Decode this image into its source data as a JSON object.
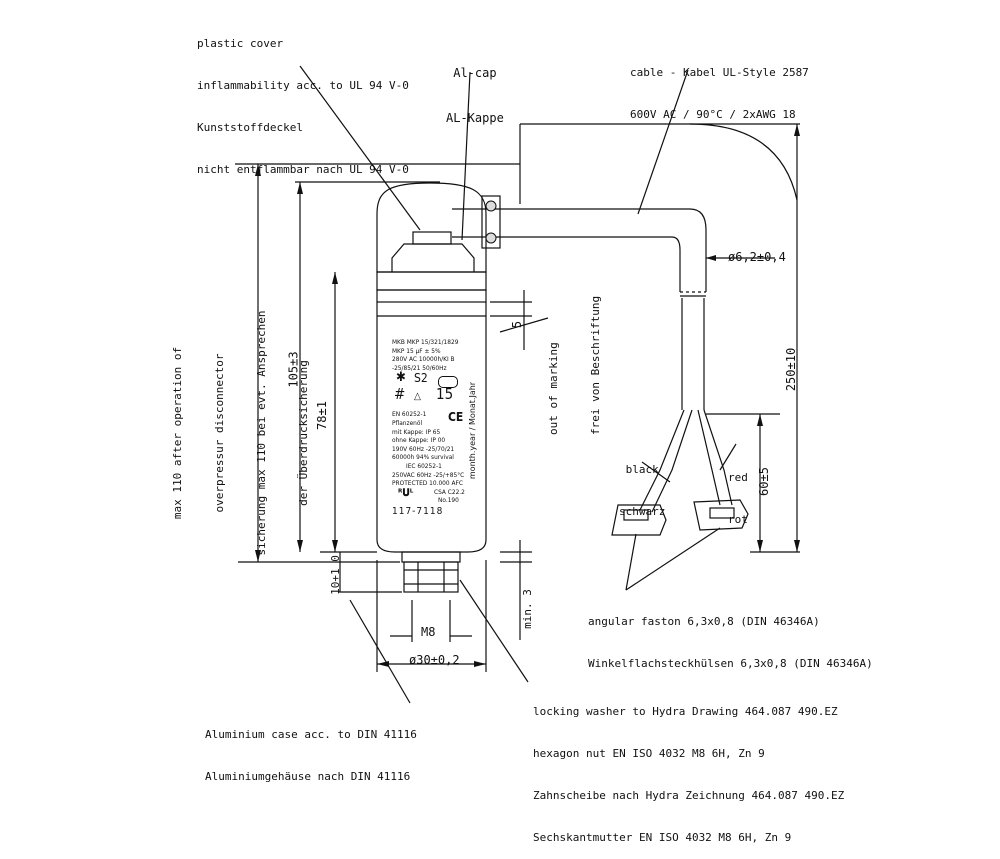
{
  "callouts": {
    "plastic_cover": [
      "plastic cover",
      "inflammability acc. to UL 94 V-0",
      "Kunststoffdeckel",
      "nicht entflammbar nach UL 94 V-0"
    ],
    "al_cap": [
      "Al-cap",
      "AL-Kappe"
    ],
    "cable": [
      "cable - Kabel UL-Style 2587",
      "600V AC / 90°C / 2xAWG 18"
    ],
    "black": [
      "black",
      "schwarz"
    ],
    "red": [
      "red",
      "rot"
    ],
    "faston": [
      "angular faston 6,3x0,8 (DIN 46346A)",
      "Winkelflachsteckhülsen 6,3x0,8 (DIN 46346A)"
    ],
    "case": [
      "Aluminium case acc. to DIN 41116",
      "Aluminiumgehäuse nach DIN 41116"
    ],
    "washer": [
      "locking washer to Hydra Drawing 464.087 490.EZ",
      "hexagon nut EN ISO 4032 M8 6H, Zn 9",
      "Zahnscheibe nach Hydra Zeichnung 464.087 490.EZ",
      "Sechskantmutter EN ISO 4032 M8 6H, Zn 9"
    ],
    "disconnector": [
      "max 110 after operation of",
      "overpressur disconnector",
      "sicherung max 110 bei evt. Ansprechen",
      "der Überdrucksicherung"
    ],
    "marking": [
      "out of marking",
      "frei von Beschriftung"
    ]
  },
  "dimensions": {
    "total_height": "105±3",
    "body_height": "78±1",
    "stud_length": "10+1 0",
    "diameter": "ø30±0,2",
    "thread": "M8",
    "min_3": "min. 3",
    "gap_5": "5",
    "cable_diameter": "ø6,2±0,4",
    "cable_length": "250±10",
    "lead_length": "60±5"
  },
  "label_plate": {
    "lines": [
      "MKB MKP 15/321/1829",
      "MKP 15 µF ± 5%",
      "280V AC 10000h/KI B",
      "-25/85/21  50/60Hz",
      "S2",
      "15",
      "EN 60252-1",
      "Pflanzenöl",
      "mit Kappe: IP 65",
      "ohne Kappe: IP 00",
      "190V 60Hz -25/70/21",
      "60000h 94% survival",
      "IEC 60252-1",
      "250VAC 60Hz -25/+85°C",
      "PROTECTED  10.000 AFC",
      "CSA C22.2",
      "No.190",
      "117-7118"
    ],
    "side_text": "month.year / Monat.Jahr"
  }
}
